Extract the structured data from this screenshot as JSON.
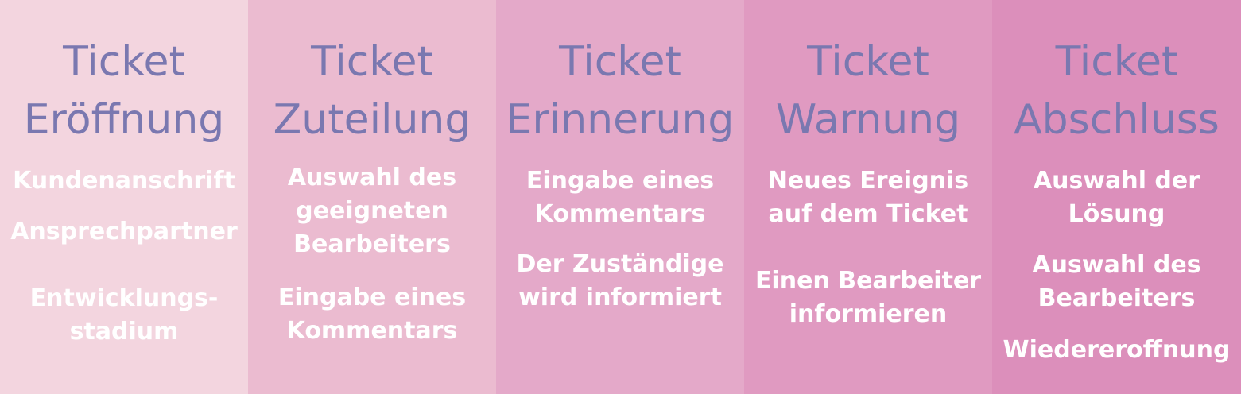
{
  "colors": {
    "title_text": "#7a78b0",
    "item_text": "#ffffff",
    "column_backgrounds": [
      "#f3d5df",
      "#ebbbd0",
      "#e4a9c9",
      "#e09ac1",
      "#dc8fbb"
    ]
  },
  "columns": [
    {
      "title": [
        "Ticket",
        "Eröffnung"
      ],
      "items": [
        [
          "Kundenanschrift"
        ],
        [
          "Ansprechpartner"
        ],
        [
          "Entwicklungs-",
          "stadium"
        ]
      ]
    },
    {
      "title": [
        "Ticket",
        "Zuteilung"
      ],
      "items": [
        [
          "Auswahl des",
          "geeigneten",
          "Bearbeiters"
        ],
        [
          "Eingabe eines",
          "Kommentars"
        ]
      ]
    },
    {
      "title": [
        "Ticket",
        "Erinnerung"
      ],
      "items": [
        [
          "Eingabe eines",
          "Kommentars"
        ],
        [
          "Der Zuständige",
          "wird informiert"
        ]
      ]
    },
    {
      "title": [
        "Ticket",
        "Warnung"
      ],
      "items": [
        [
          "Neues Ereignis",
          "auf dem Ticket"
        ],
        [
          "Einen Bearbeiter",
          "informieren"
        ]
      ]
    },
    {
      "title": [
        "Ticket",
        "Abschluss"
      ],
      "items": [
        [
          "Auswahl der",
          "Lösung"
        ],
        [
          "Auswahl des",
          "Bearbeiters"
        ],
        [
          "Wiedereroffnung"
        ]
      ]
    }
  ]
}
